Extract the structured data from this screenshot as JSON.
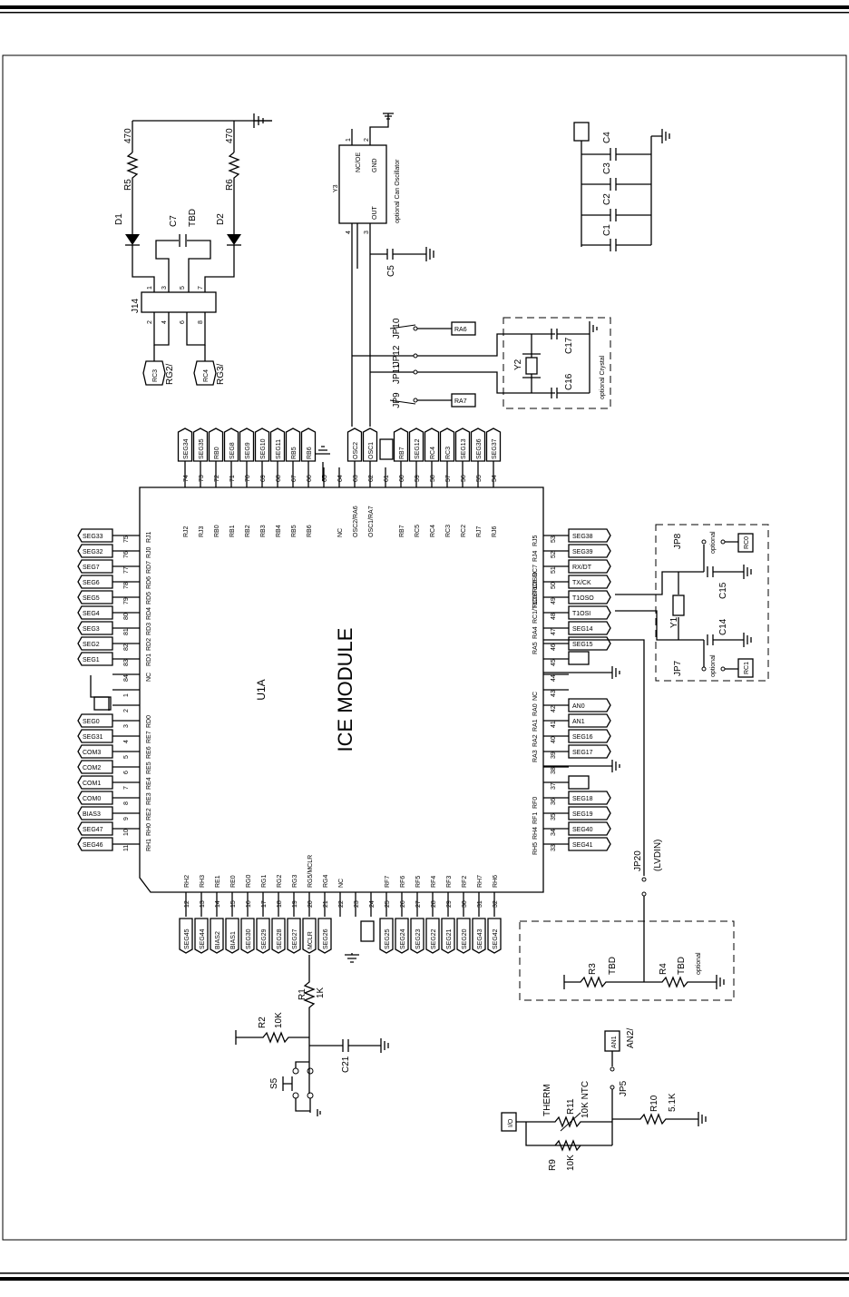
{
  "module": {
    "title": "ICE MODULE",
    "ref": "U1A"
  },
  "top_pins": [
    {
      "num": "74",
      "pin": "RJ2",
      "net": "SEG34"
    },
    {
      "num": "73",
      "pin": "RJ3",
      "net": "SEG35"
    },
    {
      "num": "72",
      "pin": "RB0",
      "net": "RB0"
    },
    {
      "num": "71",
      "pin": "RB1",
      "net": "SEG8"
    },
    {
      "num": "70",
      "pin": "RB2",
      "net": "SEG9"
    },
    {
      "num": "69",
      "pin": "RB3",
      "net": "SEG10"
    },
    {
      "num": "68",
      "pin": "RB4",
      "net": "SEG11"
    },
    {
      "num": "67",
      "pin": "RB5",
      "net": "RB5"
    },
    {
      "num": "66",
      "pin": "RB6",
      "net": "RB6"
    },
    {
      "num": "65",
      "pin": "",
      "net": ""
    },
    {
      "num": "64",
      "pin": "NC",
      "net": ""
    },
    {
      "num": "63",
      "pin": "OSC2/RA6",
      "net": "OSC2"
    },
    {
      "num": "62",
      "pin": "OSC1/RA7",
      "net": "OSC1"
    },
    {
      "num": "61",
      "pin": "",
      "net": ""
    },
    {
      "num": "60",
      "pin": "RB7",
      "net": "RB7"
    },
    {
      "num": "59",
      "pin": "RC5",
      "net": "SEG12"
    },
    {
      "num": "58",
      "pin": "RC4",
      "net": "RC4"
    },
    {
      "num": "57",
      "pin": "RC3",
      "net": "RC3"
    },
    {
      "num": "56",
      "pin": "RC2",
      "net": "SEG13"
    },
    {
      "num": "55",
      "pin": "RJ7",
      "net": "SEG36"
    },
    {
      "num": "54",
      "pin": "RJ6",
      "net": "SEG37"
    }
  ],
  "bottom_pins": [
    {
      "num": "12",
      "pin": "RH2",
      "net": "SEG45"
    },
    {
      "num": "13",
      "pin": "RH3",
      "net": "SEG44"
    },
    {
      "num": "14",
      "pin": "RE1",
      "net": "BIAS2"
    },
    {
      "num": "15",
      "pin": "RE0",
      "net": "BIAS1"
    },
    {
      "num": "16",
      "pin": "RG0",
      "net": "SEG30"
    },
    {
      "num": "17",
      "pin": "RG1",
      "net": "SEG29"
    },
    {
      "num": "18",
      "pin": "RG2",
      "net": "SEG28"
    },
    {
      "num": "19",
      "pin": "RG3",
      "net": "SEG27"
    },
    {
      "num": "20",
      "pin": "RG5/MCLR",
      "net": "MCLR"
    },
    {
      "num": "21",
      "pin": "RG4",
      "net": "SEG26"
    },
    {
      "num": "22",
      "pin": "NC",
      "net": ""
    },
    {
      "num": "23",
      "pin": "",
      "net": ""
    },
    {
      "num": "24",
      "pin": "",
      "net": ""
    },
    {
      "num": "25",
      "pin": "RF7",
      "net": "SEG25"
    },
    {
      "num": "26",
      "pin": "RF6",
      "net": "SEG24"
    },
    {
      "num": "27",
      "pin": "RF5",
      "net": "SEG23"
    },
    {
      "num": "28",
      "pin": "RF4",
      "net": "SEG22"
    },
    {
      "num": "29",
      "pin": "RF3",
      "net": "SEG21"
    },
    {
      "num": "30",
      "pin": "RF2",
      "net": "SEG20"
    },
    {
      "num": "31",
      "pin": "RH7",
      "net": "SEG43"
    },
    {
      "num": "32",
      "pin": "RH6",
      "net": "SEG42"
    }
  ],
  "left_pins": [
    {
      "num": "75",
      "pin": "RJ1",
      "net": "SEG33"
    },
    {
      "num": "76",
      "pin": "RJ0",
      "net": "SEG32"
    },
    {
      "num": "77",
      "pin": "RD7",
      "net": "SEG7"
    },
    {
      "num": "78",
      "pin": "RD6",
      "net": "SEG6"
    },
    {
      "num": "79",
      "pin": "RD5",
      "net": "SEG5"
    },
    {
      "num": "80",
      "pin": "RD4",
      "net": "SEG4"
    },
    {
      "num": "81",
      "pin": "RD3",
      "net": "SEG3"
    },
    {
      "num": "82",
      "pin": "RD2",
      "net": "SEG2"
    },
    {
      "num": "83",
      "pin": "RD1",
      "net": "SEG1"
    },
    {
      "num": "84",
      "pin": "NC",
      "net": ""
    },
    {
      "num": "1",
      "pin": "",
      "net": ""
    },
    {
      "num": "2",
      "pin": "",
      "net": ""
    },
    {
      "num": "3",
      "pin": "RD0",
      "net": "SEG0"
    },
    {
      "num": "4",
      "pin": "RE7",
      "net": "SEG31"
    },
    {
      "num": "5",
      "pin": "RE6",
      "net": "COM3"
    },
    {
      "num": "6",
      "pin": "RE5",
      "net": "COM2"
    },
    {
      "num": "7",
      "pin": "RE4",
      "net": "COM1"
    },
    {
      "num": "8",
      "pin": "RE3",
      "net": "COM0"
    },
    {
      "num": "9",
      "pin": "RE2",
      "net": "BIAS3"
    },
    {
      "num": "10",
      "pin": "RH0",
      "net": "SEG47"
    },
    {
      "num": "11",
      "pin": "RH1",
      "net": "SEG46"
    }
  ],
  "right_pins": [
    {
      "num": "53",
      "pin": "RJ5",
      "net": "SEG38"
    },
    {
      "num": "52",
      "pin": "RJ4",
      "net": "SEG39"
    },
    {
      "num": "51",
      "pin": "RC7",
      "net": "RX/DT"
    },
    {
      "num": "50",
      "pin": "RC6",
      "net": "TX/CK"
    },
    {
      "num": "49",
      "pin": "RC0/T1OSO",
      "net": "T1OSO"
    },
    {
      "num": "48",
      "pin": "RC1/T1OSI",
      "net": "T1OSI"
    },
    {
      "num": "47",
      "pin": "RA4",
      "net": "SEG14"
    },
    {
      "num": "46",
      "pin": "RA5",
      "net": "SEG15"
    },
    {
      "num": "45",
      "pin": "",
      "net": ""
    },
    {
      "num": "44",
      "pin": "",
      "net": ""
    },
    {
      "num": "43",
      "pin": "NC",
      "net": ""
    },
    {
      "num": "42",
      "pin": "RA0",
      "net": "AN0"
    },
    {
      "num": "41",
      "pin": "RA1",
      "net": "AN1"
    },
    {
      "num": "40",
      "pin": "RA2",
      "net": "SEG16"
    },
    {
      "num": "39",
      "pin": "RA3",
      "net": "SEG17"
    },
    {
      "num": "38",
      "pin": "",
      "net": ""
    },
    {
      "num": "37",
      "pin": "",
      "net": ""
    },
    {
      "num": "36",
      "pin": "RF0",
      "net": "SEG18"
    },
    {
      "num": "35",
      "pin": "RF1",
      "net": "SEG19"
    },
    {
      "num": "34",
      "pin": "RH4",
      "net": "SEG40"
    },
    {
      "num": "33",
      "pin": "RH5",
      "net": "SEG41"
    }
  ],
  "led_section": {
    "R5": "R5",
    "R5v": "470",
    "R6": "R6",
    "R6v": "470",
    "D1": "D1",
    "D2": "D2",
    "C7": "C7",
    "C7v": "TBD",
    "J14": "J14",
    "jpins": [
      "1",
      "2",
      "3",
      "4",
      "5",
      "6",
      "7",
      "8"
    ],
    "flags": [
      "RC3",
      "RC4"
    ],
    "flag_notes": [
      "RG2/",
      "RG3/"
    ]
  },
  "osc_section": {
    "Y3": "Y3",
    "p1": "1",
    "p2": "2",
    "p3": "3",
    "p4": "4",
    "nc": "NC/OE",
    "gnd": "GND",
    "out": "OUT",
    "note": "optional Can Oscillator",
    "C5": "C5",
    "JP10": "JP10",
    "JP12": "JP12",
    "JP11": "JP11",
    "JP9": "JP9",
    "RA6": "RA6",
    "RA7": "RA7",
    "Y2": "Y2",
    "C17": "C17",
    "C16": "C16",
    "crystal": "optional Crystal"
  },
  "caps": [
    "C4",
    "C3",
    "C2",
    "C1"
  ],
  "t1_section": {
    "JP8": "JP8",
    "JP7": "JP7",
    "opt1": "optional",
    "opt2": "optional",
    "RC0": "RC0",
    "RC1": "RC1",
    "C15": "C15",
    "C14": "C14",
    "Y1": "Y1"
  },
  "reset_section": {
    "R1": "R1",
    "R1v": "1K",
    "R2": "R2",
    "R2v": "10K",
    "C21": "C21",
    "S5": "S5"
  },
  "lvd_section": {
    "JP20": "JP20",
    "lvdin": "(LVDIN)",
    "R3": "R3",
    "R3v": "TBD",
    "R4": "R4",
    "R4v": "TBD",
    "opt": "optional"
  },
  "therm_section": {
    "AN1": "AN1",
    "AN2": "AN2/",
    "JP5": "JP5",
    "THERM": "THERM",
    "R11": "R11",
    "R11v": "10K NTC",
    "R10": "R10",
    "R10v": "5.1K",
    "R9": "R9",
    "R9v": "10K",
    "IO": "I/O"
  }
}
